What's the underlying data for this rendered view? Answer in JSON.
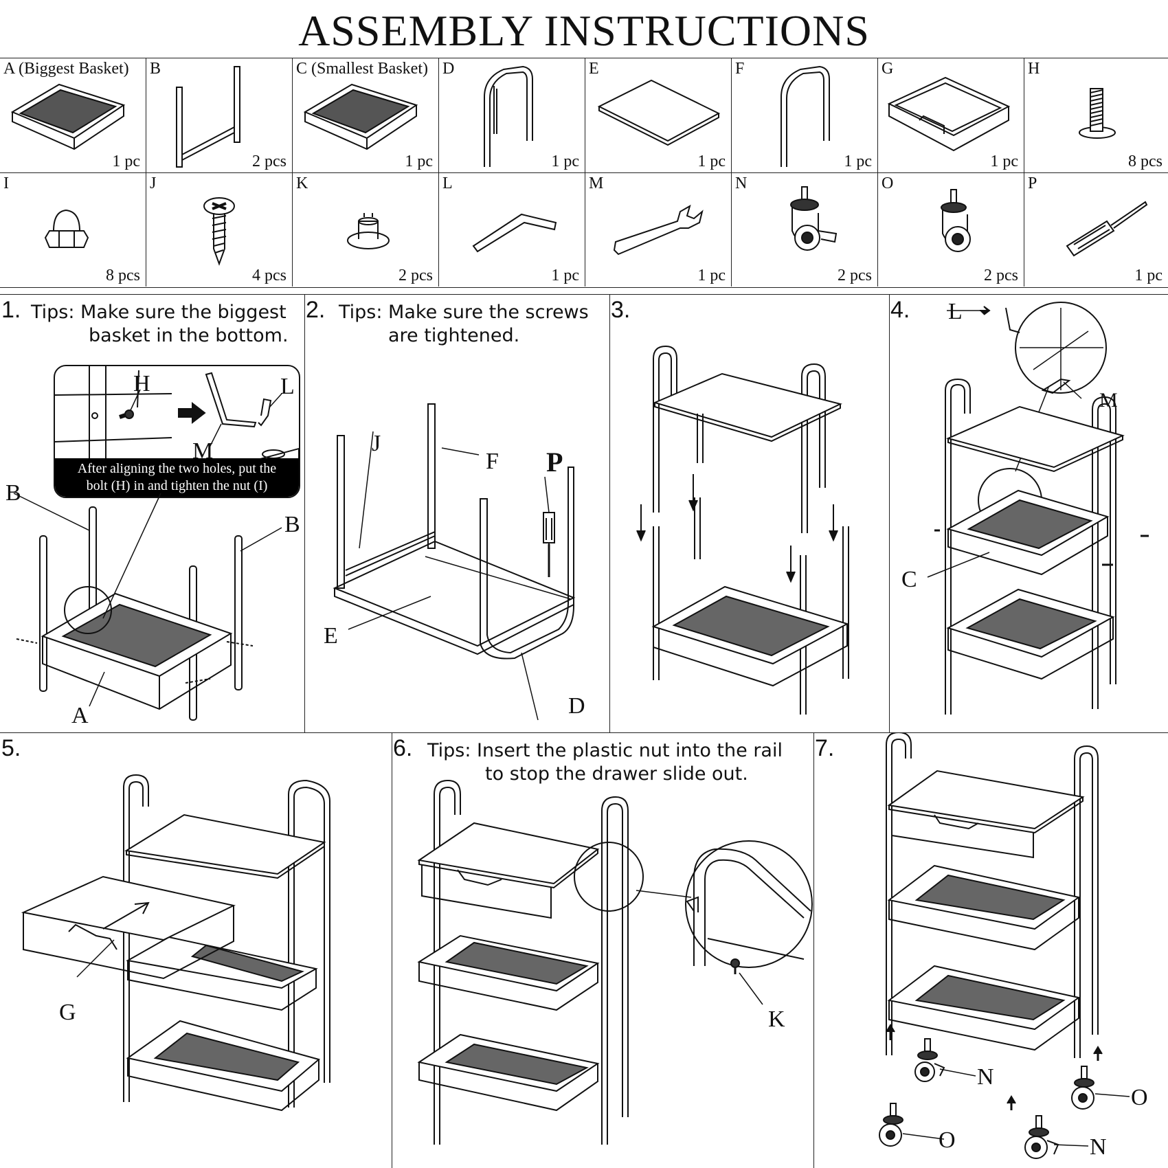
{
  "title": "ASSEMBLY INSTRUCTIONS",
  "parts": [
    {
      "label": "A (Biggest Basket)",
      "qty": "1 pc",
      "icon": "basket-icon"
    },
    {
      "label": "B",
      "qty": "2 pcs",
      "icon": "leg-frame-icon"
    },
    {
      "label": "C (Smallest Basket)",
      "qty": "1 pc",
      "icon": "basket-icon"
    },
    {
      "label": "D",
      "qty": "1 pc",
      "icon": "u-frame-icon"
    },
    {
      "label": "E",
      "qty": "1 pc",
      "icon": "board-icon"
    },
    {
      "label": "F",
      "qty": "1 pc",
      "icon": "u-frame-icon"
    },
    {
      "label": "G",
      "qty": "1 pc",
      "icon": "drawer-icon"
    },
    {
      "label": "H",
      "qty": "8 pcs",
      "icon": "bolt-icon"
    },
    {
      "label": "I",
      "qty": "8 pcs",
      "icon": "cap-nut-icon"
    },
    {
      "label": "J",
      "qty": "4 pcs",
      "icon": "screw-icon"
    },
    {
      "label": "K",
      "qty": "2 pcs",
      "icon": "plastic-nut-icon"
    },
    {
      "label": "L",
      "qty": "1 pc",
      "icon": "hex-key-icon"
    },
    {
      "label": "M",
      "qty": "1 pc",
      "icon": "wrench-icon"
    },
    {
      "label": "N",
      "qty": "2 pcs",
      "icon": "caster-brake-icon"
    },
    {
      "label": "O",
      "qty": "2 pcs",
      "icon": "caster-icon"
    },
    {
      "label": "P",
      "qty": "1 pc",
      "icon": "screwdriver-icon"
    }
  ],
  "steps": {
    "s1": {
      "num": "1.",
      "tip_line1": "Tips: Make sure the biggest",
      "tip_line2": "basket in the bottom.",
      "callout_line1": "After aligning the two holes, put the",
      "callout_line2": "bolt (H) in and tighten the nut (I)",
      "labels": {
        "h": "H",
        "l": "L",
        "m": "M",
        "b1": "B",
        "b2": "B",
        "a": "A"
      }
    },
    "s2": {
      "num": "2.",
      "tip_line1": "Tips: Make sure the screws",
      "tip_line2": "are tightened.",
      "labels": {
        "j": "J",
        "f": "F",
        "p": "P",
        "e": "E",
        "d": "D"
      }
    },
    "s3": {
      "num": "3."
    },
    "s4": {
      "num": "4.",
      "labels": {
        "l": "L",
        "m": "M",
        "c": "C"
      }
    },
    "s5": {
      "num": "5.",
      "labels": {
        "g": "G"
      }
    },
    "s6": {
      "num": "6.",
      "tip_line1": "Tips: Insert the plastic nut into the rail",
      "tip_line2": "to stop the drawer slide out.",
      "labels": {
        "k": "K"
      }
    },
    "s7": {
      "num": "7.",
      "labels": {
        "n1": "N",
        "o1": "O",
        "o2": "O",
        "n2": "N"
      }
    }
  }
}
